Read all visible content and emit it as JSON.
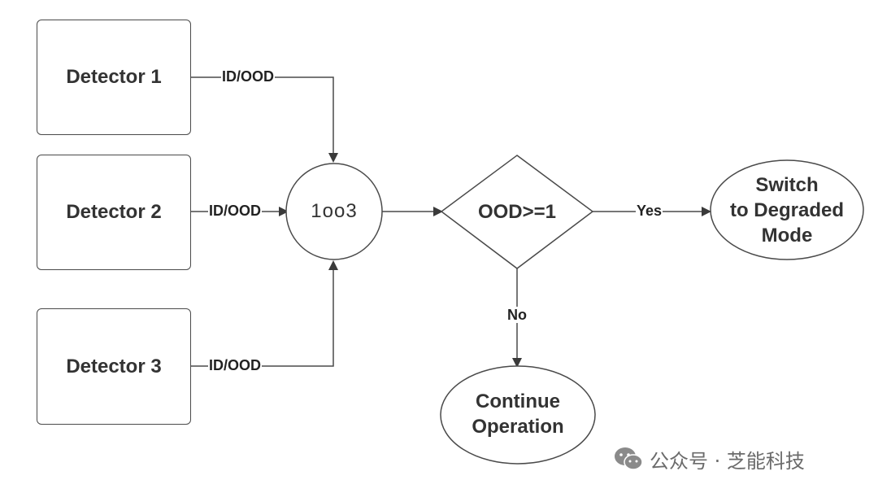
{
  "detectors": [
    {
      "label": "Detector 1",
      "output": "ID/OOD"
    },
    {
      "label": "Detector 2",
      "output": "ID/OOD"
    },
    {
      "label": "Detector 3",
      "output": "ID/OOD"
    }
  ],
  "voter": {
    "label": "1oo3"
  },
  "decision": {
    "label": "OOD>=1",
    "yes_label": "Yes",
    "no_label": "No"
  },
  "outcomes": {
    "degraded": {
      "line1": "Switch",
      "line2": "to Degraded",
      "line3": "Mode"
    },
    "continue": {
      "line1": "Continue",
      "line2": "Operation"
    }
  },
  "watermark": {
    "text": "公众号 · 芝能科技",
    "icon": "wechat-icon"
  },
  "colors": {
    "stroke": "#4a4a4a",
    "text": "#333333"
  }
}
